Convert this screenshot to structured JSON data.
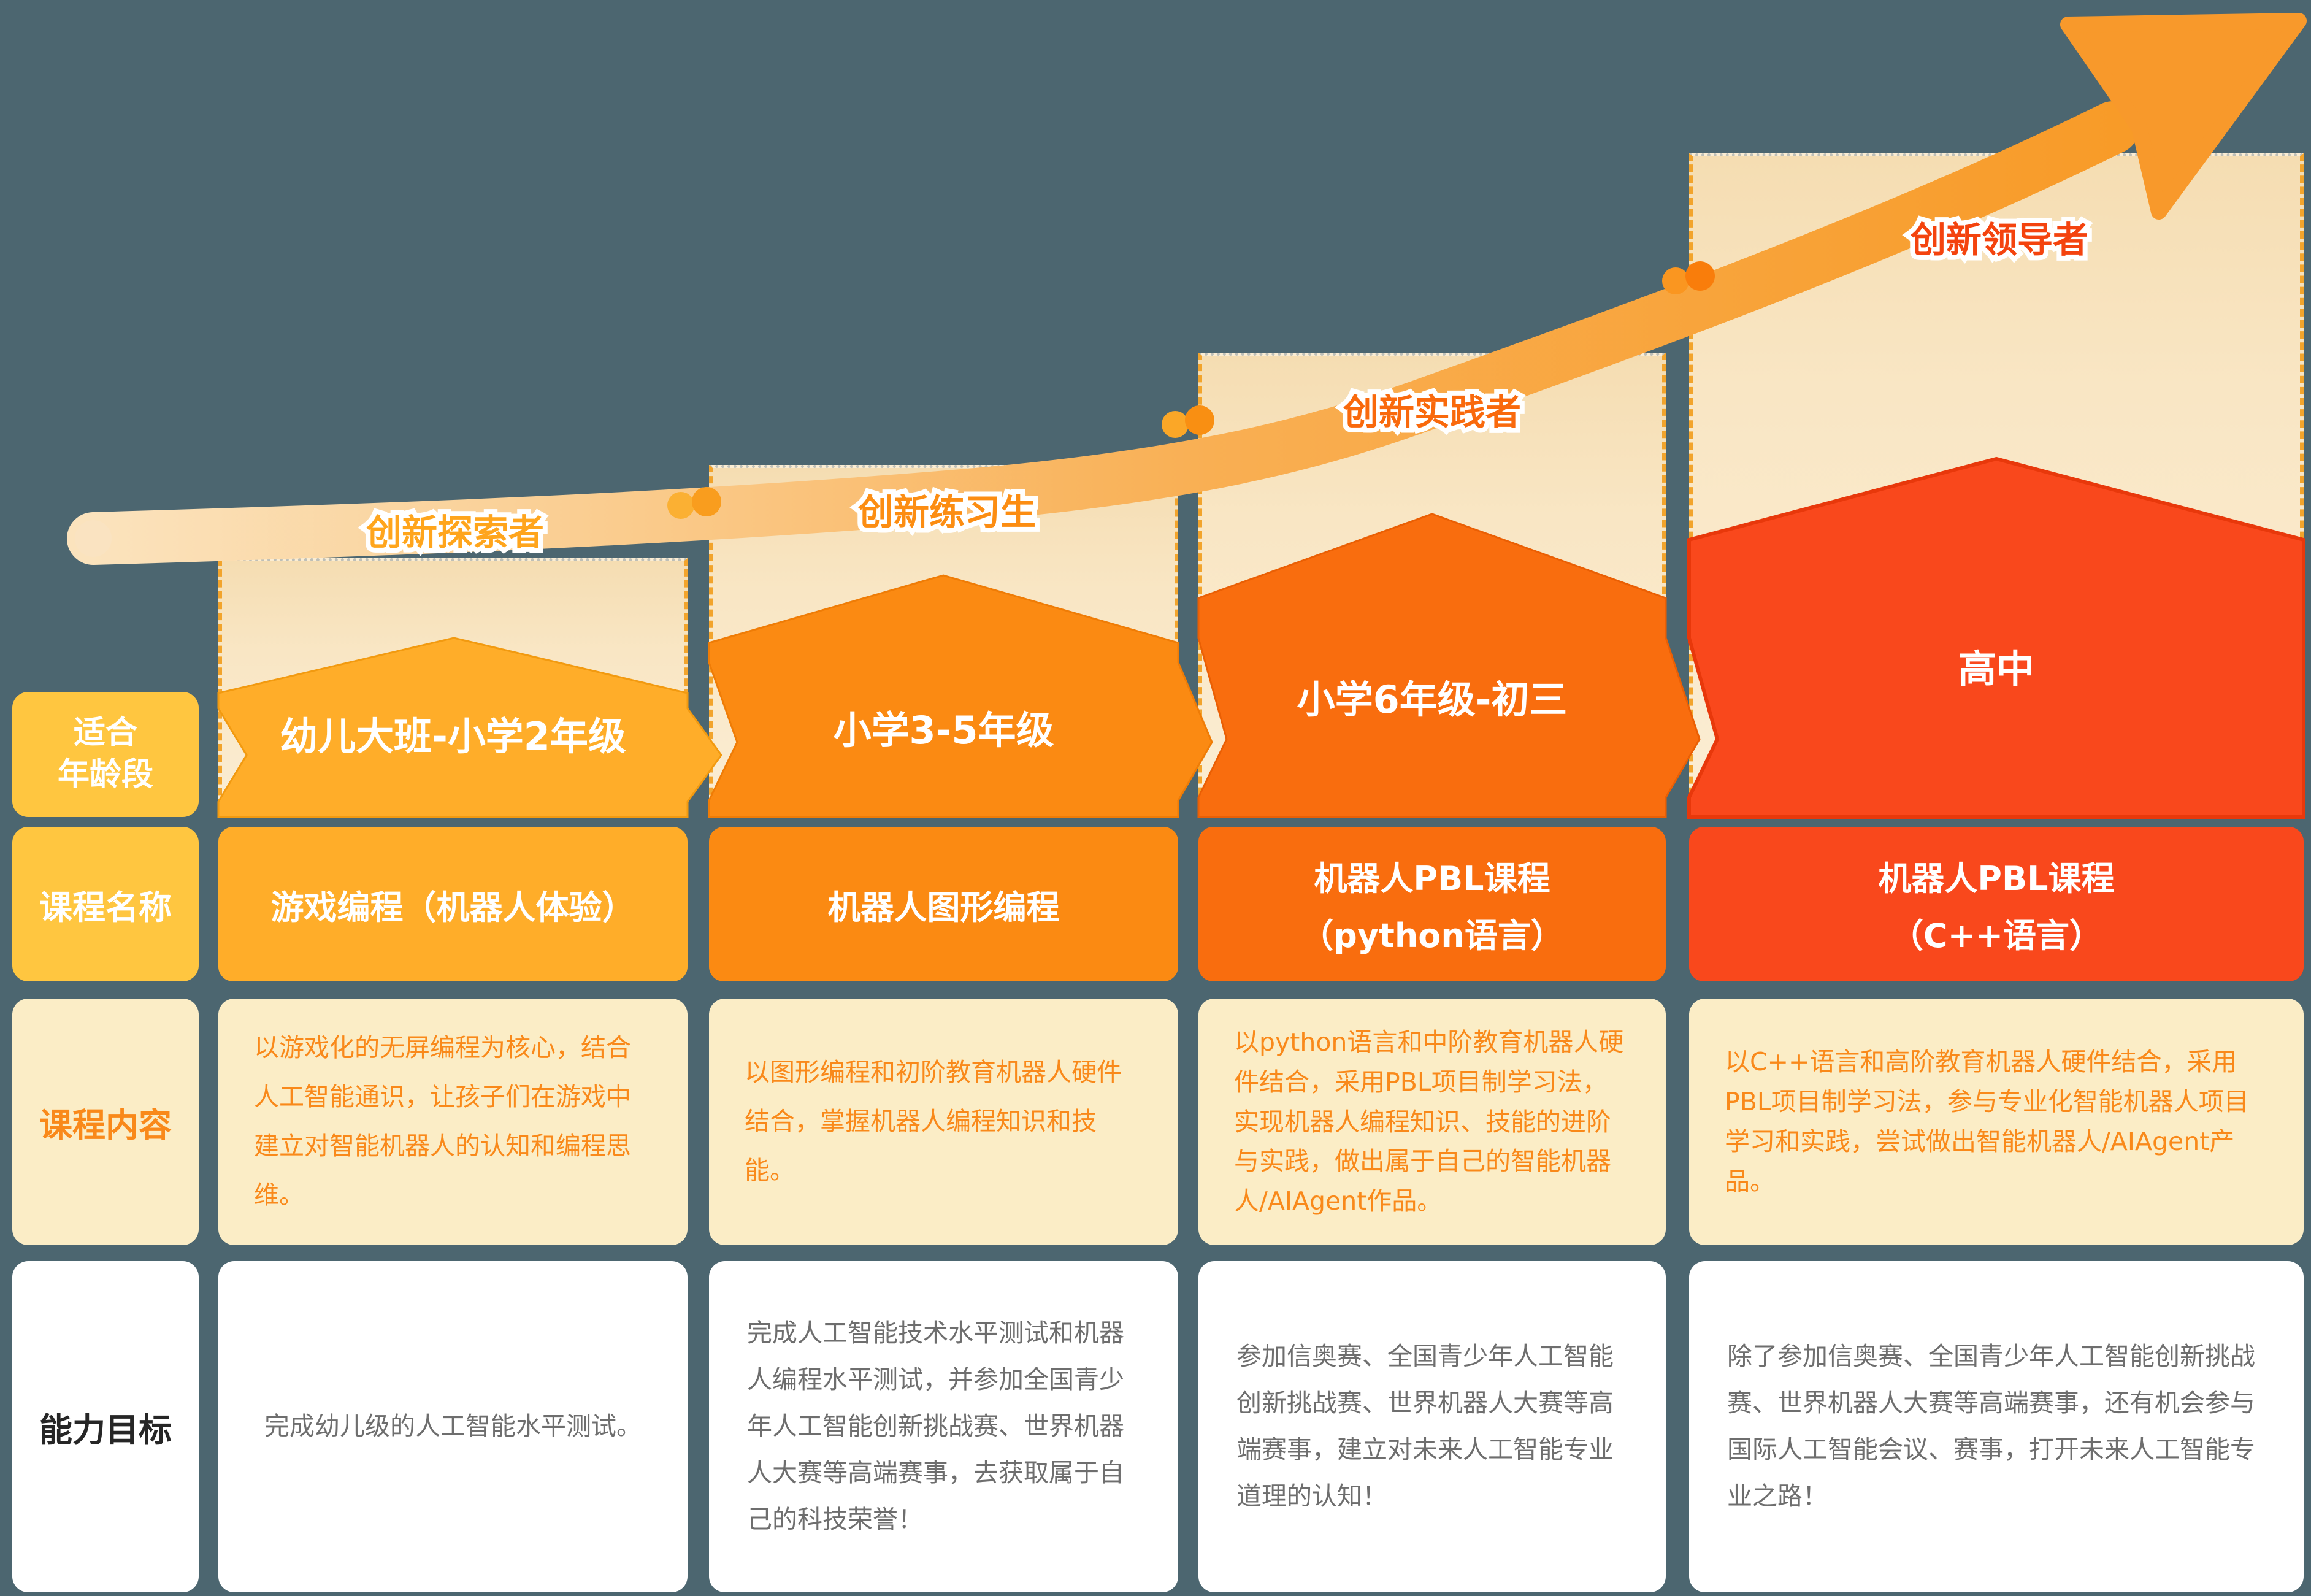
{
  "palette": {
    "background": "#4C6670",
    "band_start": "#FBE3BD",
    "band_end": "#F89B28",
    "rail_yellow": "#FFC640",
    "cream_panel": "#F9E6C4",
    "cream_box": "#FBEDC6",
    "dash_border": "#F2A42C",
    "content_text": "#F9891A",
    "goal_text": "#6E6E6E"
  },
  "sidebar": {
    "age_label_line1": "适合",
    "age_label_line2": "年龄段",
    "course_name_label": "课程名称",
    "course_content_label": "课程内容",
    "ability_goal_label": "能力目标"
  },
  "columns": [
    {
      "stage": "创新探索者",
      "stage_color": "#FFA51C",
      "banner_color": "#FFAD29",
      "age": "幼儿大班-小学2年级",
      "course_name_line1": "游戏编程（机器人体验）",
      "course_name_line2": "",
      "content": "以游戏化的无屏编程为核心，结合人工智能通识，让孩子们在游戏中建立对智能机器人的认知和编程思维。",
      "goal": "完成幼儿级的人工智能水平测试。"
    },
    {
      "stage": "创新练习生",
      "stage_color": "#FC8D12",
      "banner_color": "#FB8A12",
      "age": "小学3-5年级",
      "course_name_line1": "机器人图形编程",
      "course_name_line2": "",
      "content": "以图形编程和初阶教育机器人硬件结合，掌握机器人编程知识和技能。",
      "goal": "完成人工智能技术水平测试和机器人编程水平测试，并参加全国青少年人工智能创新挑战赛、世界机器人大赛等高端赛事，去获取属于自己的科技荣誉！"
    },
    {
      "stage": "创新实践者",
      "stage_color": "#F9690C",
      "banner_color": "#F96D0E",
      "age": "小学6年级-初三",
      "course_name_line1": "机器人PBL课程",
      "course_name_line2": "（python语言）",
      "content": "以python语言和中阶教育机器人硬件结合，采用PBL项目制学习法，实现机器人编程知识、技能的进阶与实践，做出属于自己的智能机器人/AIAgent作品。",
      "goal": "参加信奥赛、全国青少年人工智能创新挑战赛、世界机器人大赛等高端赛事，建立对未来人工智能专业道理的认知！"
    },
    {
      "stage": "创新领导者",
      "stage_color": "#F4430E",
      "banner_color": "#F9481C",
      "age": "高中",
      "course_name_line1": "机器人PBL课程",
      "course_name_line2": "（C++语言）",
      "content": "以C++语言和高阶教育机器人硬件结合，采用PBL项目制学习法，参与专业化智能机器人项目学习和实践，尝试做出智能机器人/AIAgent产品。",
      "goal": "除了参加信奥赛、全国青少年人工智能创新挑战赛、世界机器人大赛等高端赛事，还有机会参与国际人工智能会议、赛事，打开未来人工智能专业之路！"
    }
  ]
}
